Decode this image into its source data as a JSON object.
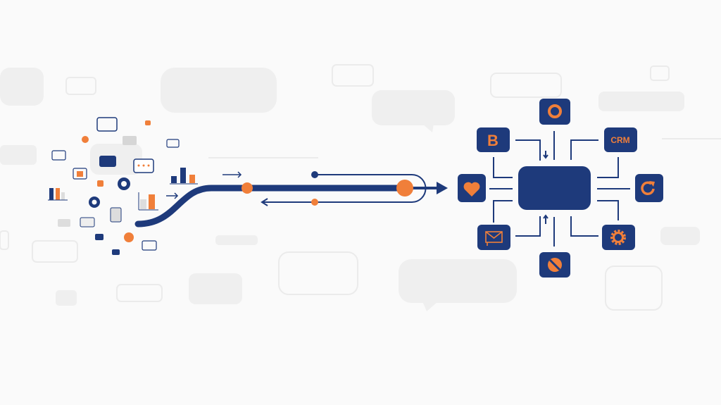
{
  "diagram": {
    "hub_satellites": [
      {
        "name": "search",
        "icon": "search-icon"
      },
      {
        "name": "bitcoin",
        "icon": "b-logo-icon"
      },
      {
        "name": "crm",
        "label": "CRM"
      },
      {
        "name": "heart",
        "icon": "heart-icon"
      },
      {
        "name": "refresh",
        "icon": "refresh-icon"
      },
      {
        "name": "mail",
        "icon": "mail-icon"
      },
      {
        "name": "settings",
        "icon": "gear-icon"
      },
      {
        "name": "blocked",
        "icon": "no-entry-icon"
      }
    ]
  },
  "colors": {
    "navy": "#1e3a7b",
    "orange": "#f07f3a",
    "gray": "#ececec",
    "background": "#fafafa"
  }
}
